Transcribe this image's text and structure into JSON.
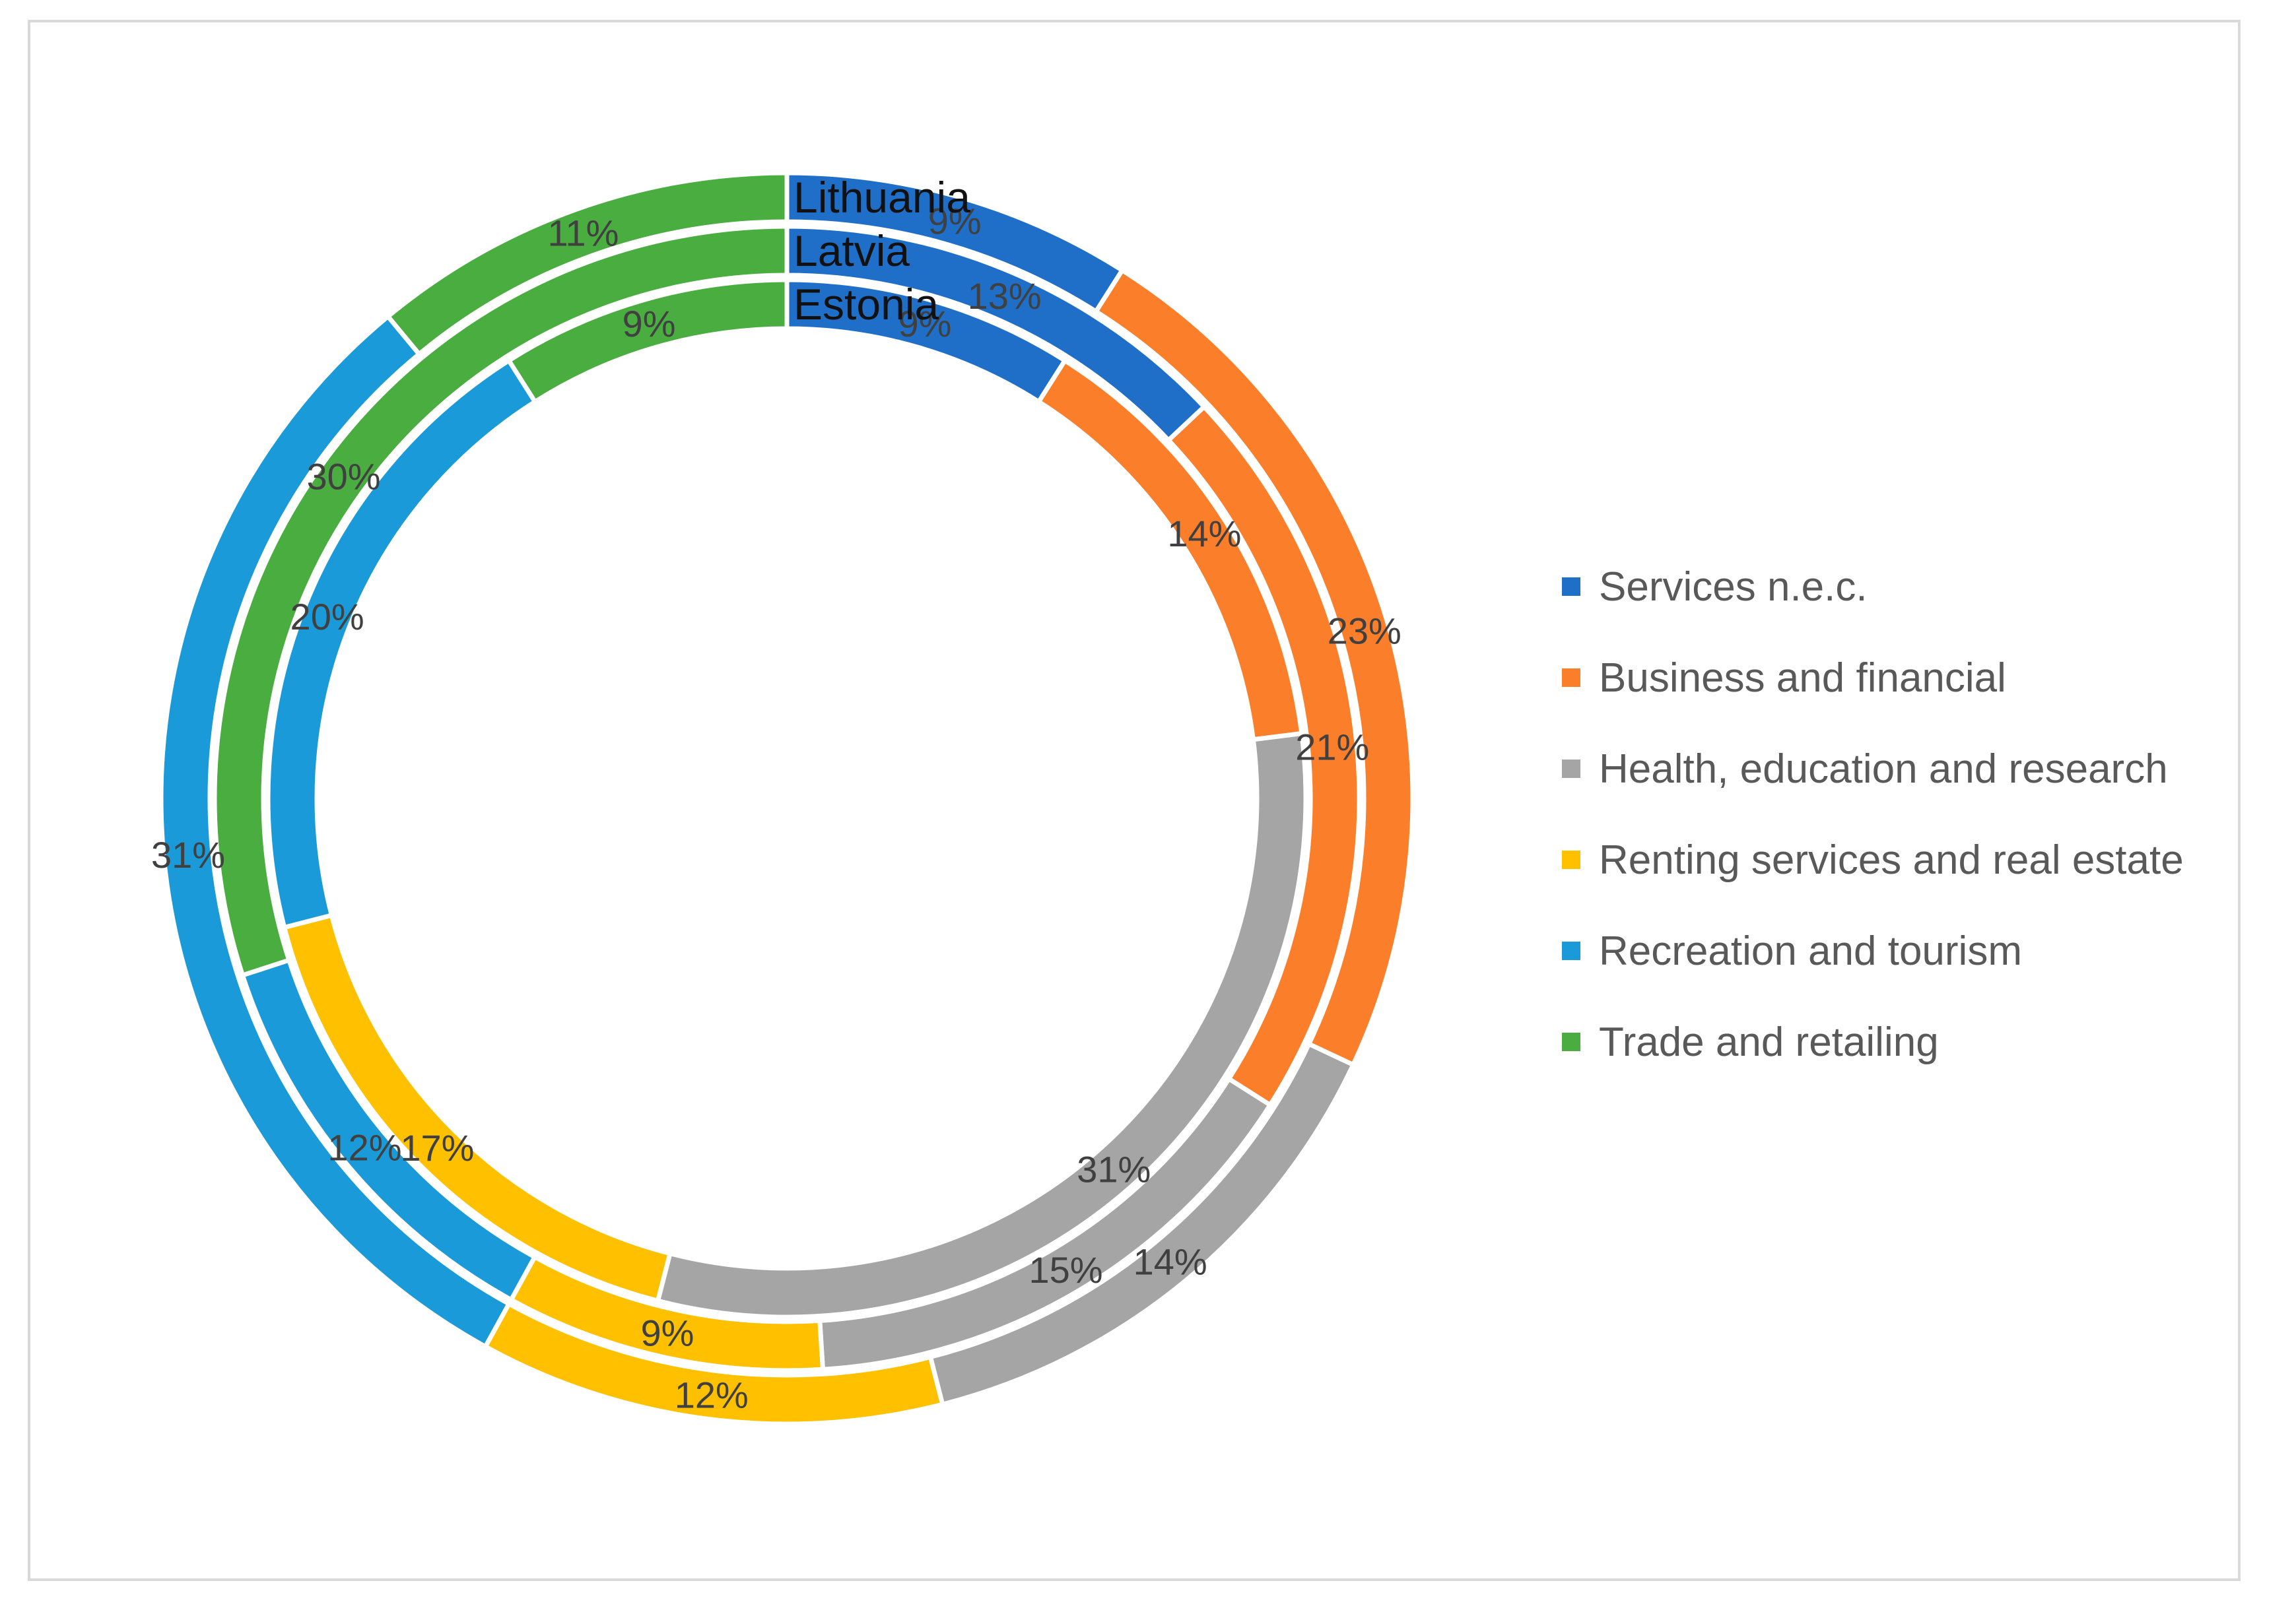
{
  "chart_data": {
    "type": "donut",
    "title": "",
    "categories": [
      "Services n.e.c.",
      "Business and financial",
      "Health, education and research",
      "Renting services and real estate",
      "Recreation and tourism",
      "Trade and retailing"
    ],
    "colors": [
      "#1f6fc9",
      "#fb7e2a",
      "#a5a5a5",
      "#ffc000",
      "#1a9ad8",
      "#4aad3f"
    ],
    "series": [
      {
        "name": "Estonia",
        "values": [
          9,
          14,
          31,
          17,
          20,
          9
        ],
        "labels": [
          "9%",
          "14%",
          "31%",
          "17%",
          "20%",
          "9%"
        ]
      },
      {
        "name": "Latvia",
        "values": [
          13,
          21,
          15,
          9,
          12,
          30
        ],
        "labels": [
          "13%",
          "21%",
          "15%",
          "9%",
          "12%",
          "30%"
        ]
      },
      {
        "name": "Lithuania",
        "values": [
          9,
          23,
          14,
          12,
          31,
          11
        ],
        "labels": [
          "9%",
          "23%",
          "14%",
          "12%",
          "31%",
          "11%"
        ]
      }
    ],
    "legend_position": "right"
  }
}
